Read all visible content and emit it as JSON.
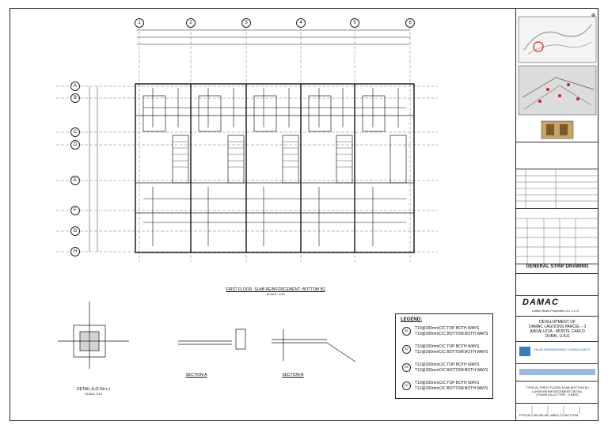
{
  "grid": {
    "columns": [
      "1",
      "2",
      "3",
      "4",
      "5",
      "6"
    ],
    "rows": [
      "A",
      "B",
      "C",
      "D",
      "E",
      "F",
      "G",
      "H"
    ]
  },
  "plan": {
    "title": "FIRST FLOOR- SLAB REINFORCEMENT- BOTTOM B2",
    "scale": "SCALE: 1/75"
  },
  "details": {
    "detail_a": "DETAIL-A (5 No's.)",
    "detail_a_scale": "SCALE 1/10",
    "section_a": "SECTION-A",
    "section_b": "SECTION-B"
  },
  "legend": {
    "title": "LEGEND:",
    "items": [
      {
        "sym": "B1",
        "line1": "T10@200mmC/C TOP BOTH WAYS",
        "line2": "T10@200mmC/C BOTTOM BOTH WAYS"
      },
      {
        "sym": "B2",
        "line1": "T10@200mmC/C TOP BOTH WAYS",
        "line2": "T12@200mmC/C BOTTOM BOTH WAYS"
      },
      {
        "sym": "B3",
        "line1": "T12@200mmC/C TOP BOTH WAYS",
        "line2": "T12@200mmC/C BOTTOM BOTH WAYS"
      },
      {
        "sym": "B4",
        "line1": "T10@200mmC/C TOP BOTH WAYS",
        "line2": "T12@200mmC/C BOTTOM BOTH WAYS"
      }
    ]
  },
  "titleblock": {
    "general_notes": "GENERAL STRIP DRAWING",
    "client": "DAMAC",
    "client_sub": "United Stars Properties Co. L.L.C",
    "project_lines": [
      "DEVELOPMENT OF",
      "DAMAC LAGOONS PARCEL - 3",
      "ANDALUCIA - MONTE CARLO",
      "DUBAI, U.A.E"
    ],
    "consultant": "EM AE ENGINEERING CONSULTANTS",
    "drawing_title_lines": [
      "TYPICAL FIRST FLOOR SLAB BOTTOM B2",
      "LAYER REINFORCEMENT DETAIL",
      "(TOWN VILLA TYPE - 4 BED)"
    ],
    "drawing_no": "PTR-DE-FSR-B2-MC-4BED-TV-BOTTOM"
  },
  "colors": {
    "line": "#222222",
    "red": "#cc2222",
    "paper": "#ffffff"
  }
}
